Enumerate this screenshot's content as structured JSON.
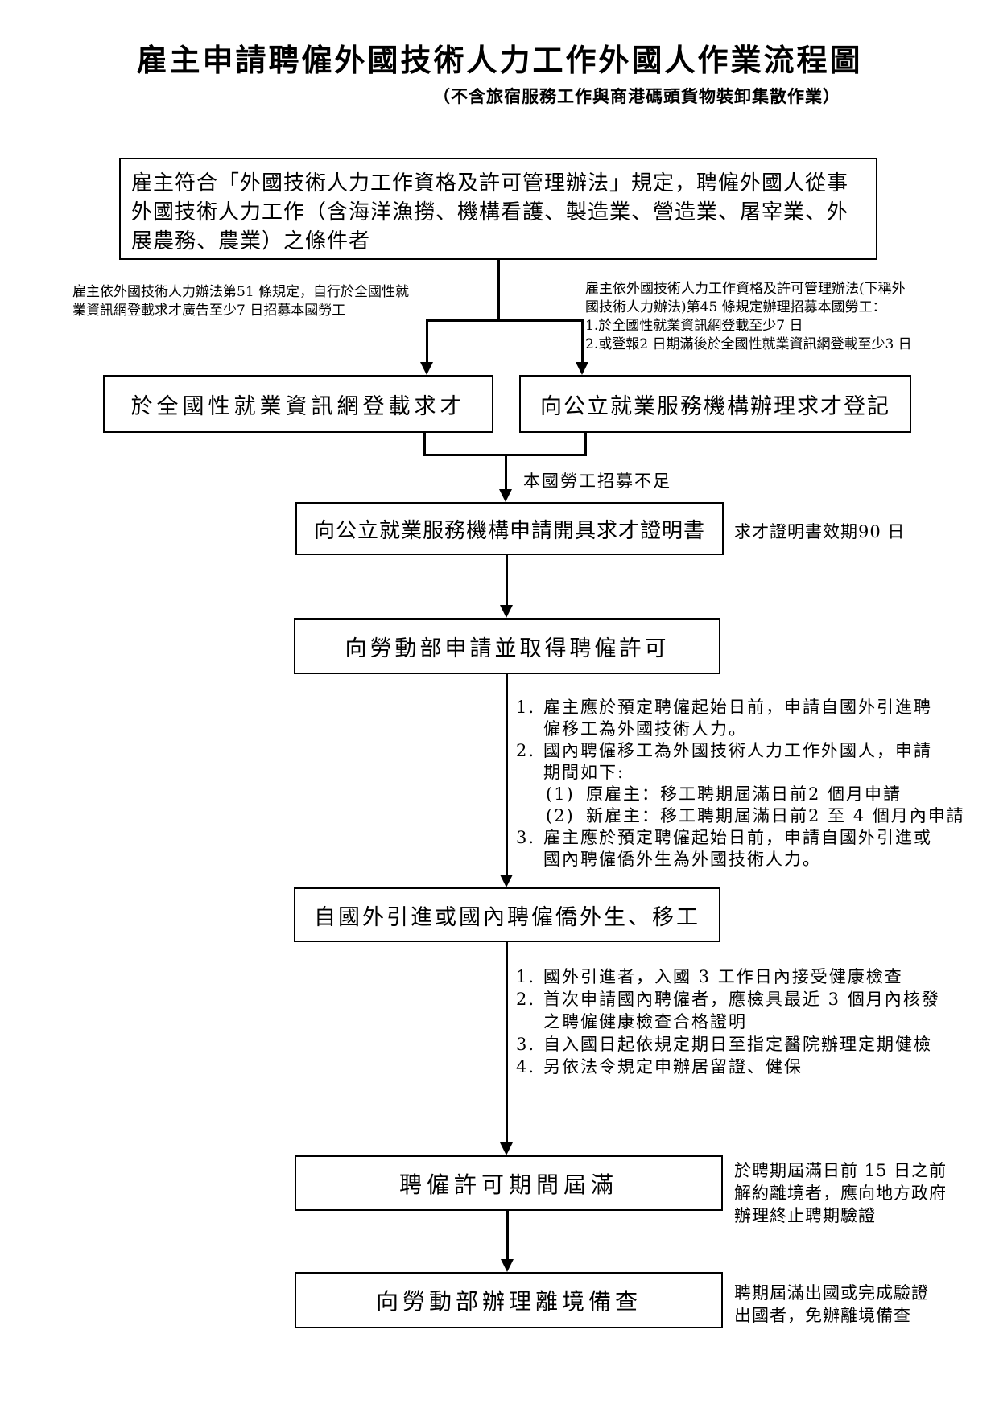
{
  "colors": {
    "ink": "#000000",
    "paper": "#ffffff"
  },
  "header": {
    "title": "雇主申請聘僱外國技術人力工作外國人作業流程圖",
    "subtitle": "（不含旅宿服務工作與商港碼頭貨物裝卸集散作業）"
  },
  "flow": {
    "eligibility": {
      "text": "雇主符合「外國技術人力工作資格及許可管理辦法」規定，聘僱外國人從事外國技術人力工作（含海洋漁撈、機構看護、製造業、營造業、屠宰業、外展農務、農業）之條件者"
    },
    "self_recruit_note": {
      "lines": [
        "雇主依外國技術人力辦法第51 條規定，自行於全國性就",
        "業資訊網登載求才廣告至少7 日招募本國勞工"
      ]
    },
    "pes_recruit_note": {
      "lines": [
        "雇主依外國技術人力工作資格及許可管理辦法(下稱外",
        "國技術人力辦法)第45 條規定辦理招募本國勞工：",
        "1.於全國性就業資訊網登載至少7 日",
        "2.或登報2 日期滿後於全國性就業資訊網登載至少3 日"
      ]
    },
    "online_posting": {
      "text": "於全國性就業資訊網登載求才"
    },
    "pes_registration": {
      "text": "向公立就業服務機構辦理求才登記"
    },
    "merge_label": "本國勞工招募不足",
    "certificate": {
      "text": "向公立就業服務機構申請開具求才證明書",
      "note": "求才證明書效期90 日"
    },
    "permit": {
      "text": "向勞動部申請並取得聘僱許可"
    },
    "permit_notes": {
      "items": [
        {
          "num": "1.",
          "text": "雇主應於預定聘僱起始日前，申請自國外引進聘僱移工為外國技術人力。"
        },
        {
          "num": "2.",
          "text": "國內聘僱移工為外國技術人力工作外國人，申請期間如下:"
        },
        {
          "num": "(1)",
          "text": "原雇主：移工聘期屆滿日前2 個月申請"
        },
        {
          "num": "(2)",
          "text": "新雇主：移工聘期屆滿日前2 至 4 個月內申請"
        },
        {
          "num": "3.",
          "text": "雇主應於預定聘僱起始日前，申請自國外引進或國內聘僱僑外生為外國技術人力。"
        }
      ]
    },
    "recruit": {
      "text": "自國外引進或國內聘僱僑外生、移工"
    },
    "health_notes": {
      "items": [
        {
          "num": "1.",
          "text": "國外引進者，入國 3 工作日內接受健康檢查"
        },
        {
          "num": "2.",
          "text": "首次申請國內聘僱者，應檢具最近 3 個月內核發之聘僱健康檢查合格證明"
        },
        {
          "num": "3.",
          "text": "自入國日起依規定期日至指定醫院辦理定期健檢"
        },
        {
          "num": "4.",
          "text": "另依法令規定申辦居留證、健保"
        }
      ]
    },
    "expiry": {
      "text": "聘僱許可期間屆滿",
      "note_lines": [
        "於聘期屆滿日前 15 日之前",
        "解約離境者，應向地方政府",
        "辦理終止聘期驗證"
      ]
    },
    "departure": {
      "text": "向勞動部辦理離境備查",
      "note_lines": [
        "聘期屆滿出國或完成驗證",
        "出國者，免辦離境備查"
      ]
    }
  }
}
